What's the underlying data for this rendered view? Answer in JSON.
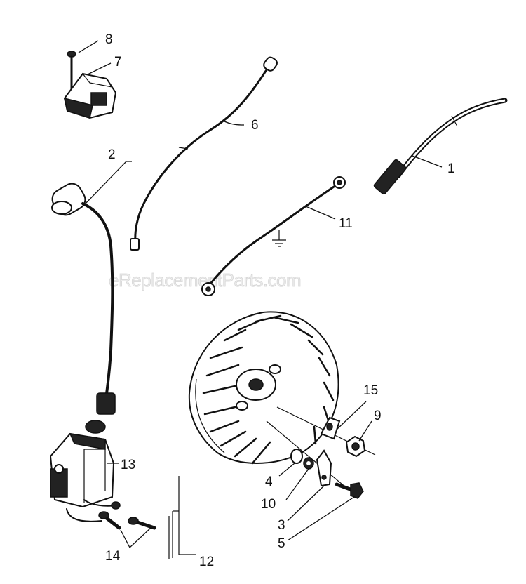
{
  "watermark": "eReplacementParts.com",
  "callouts": {
    "p1": "1",
    "p2": "2",
    "p3": "3",
    "p4": "4",
    "p5": "5",
    "p6": "6",
    "p7": "7",
    "p8": "8",
    "p9": "9",
    "p10": "10",
    "p11": "11",
    "p12": "12",
    "p13": "13",
    "p14": "14",
    "p15": "15"
  }
}
